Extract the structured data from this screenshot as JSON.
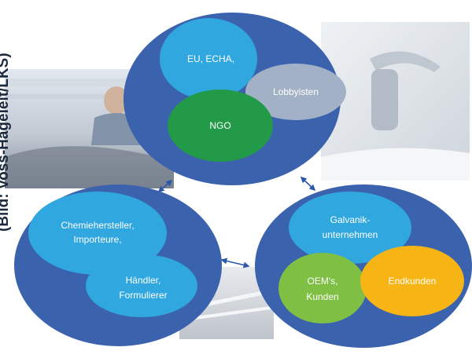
{
  "credit": "(Bild: Voss-Hageleit/LKS)",
  "groups": {
    "top": {
      "eu_echa": "EU, ECHA,",
      "lobbyisten": "Lobbyisten",
      "ngo": "NGO"
    },
    "left": {
      "chemie_line1": "Chemiehersteller,",
      "chemie_line2": "Importeure,",
      "haendler_line1": "Händler,",
      "haendler_line2": "Formulierer"
    },
    "right": {
      "galvanik_line1": "Galvanik-",
      "galvanik_line2": "unternehmen",
      "oem_line1": "OEM's,",
      "oem_line2": "Kunden",
      "endkunden": "Endkunden"
    }
  },
  "colors": {
    "outer": "#3b62ad",
    "light_blue": "#30a7df",
    "grey": "#a2b1c6",
    "green": "#229a47",
    "light_green": "#7fbf43",
    "orange": "#f7b515",
    "arrow": "#2d57a8"
  },
  "photos": [
    "mechanic-photo",
    "faucet-photo",
    "tubes-photo"
  ]
}
